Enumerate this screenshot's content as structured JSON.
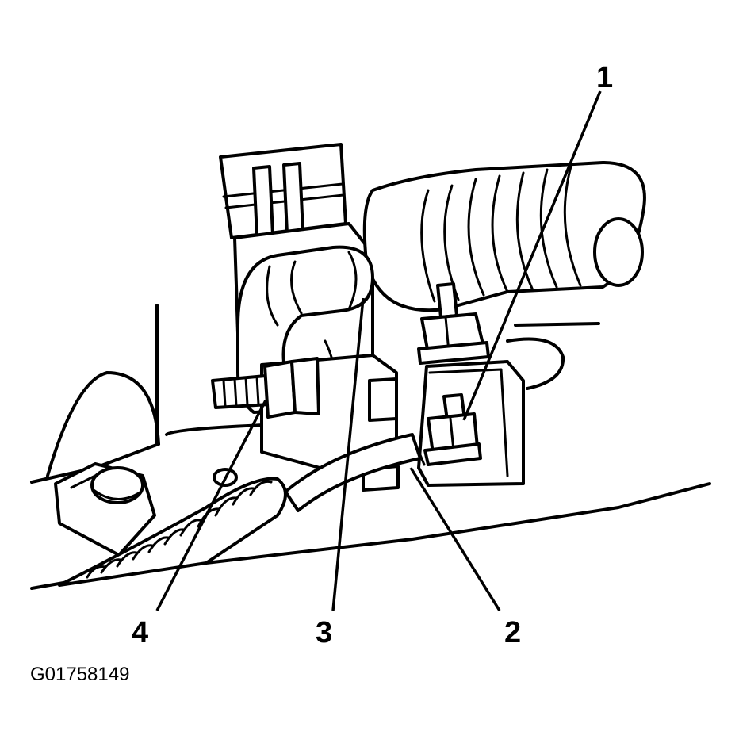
{
  "callouts": [
    {
      "label": "1"
    },
    {
      "label": "2"
    },
    {
      "label": "3"
    },
    {
      "label": "4"
    }
  ],
  "figure_id": "G01758149"
}
